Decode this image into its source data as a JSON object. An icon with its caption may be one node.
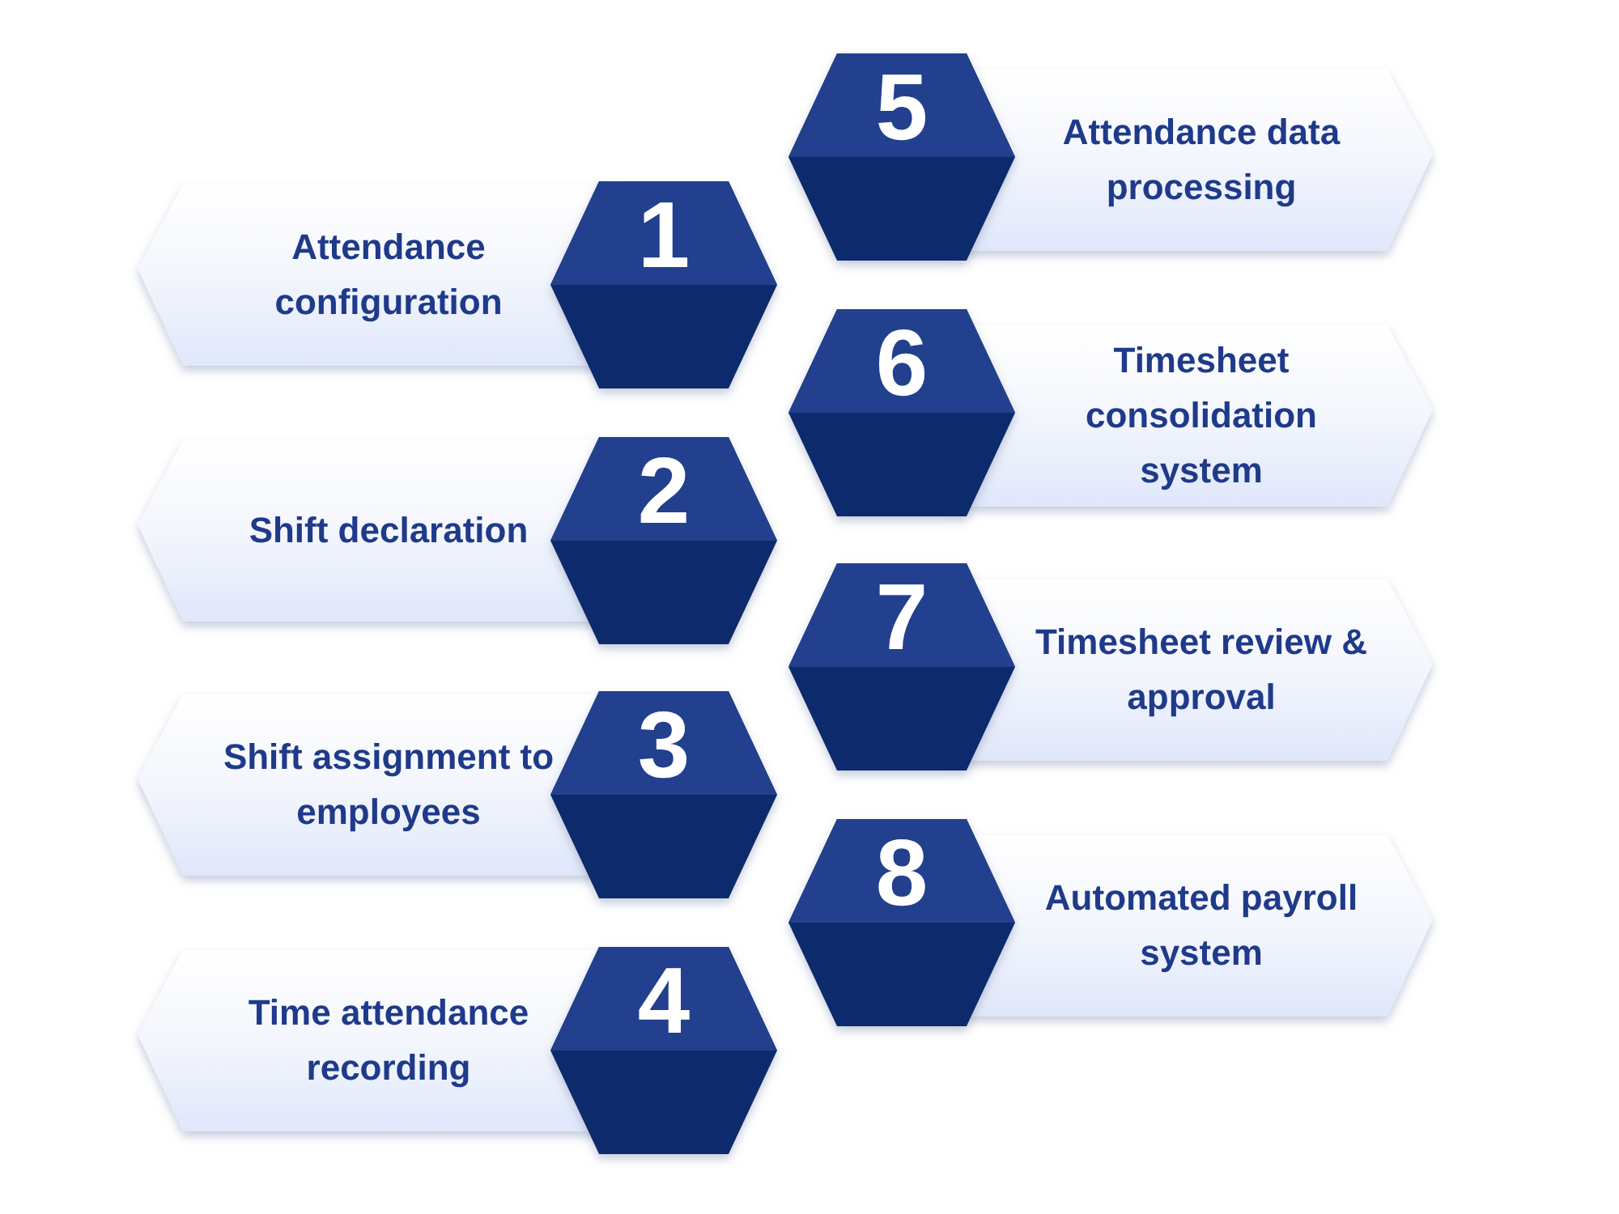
{
  "diagram": {
    "nodes": [
      {
        "text": [
          "Attendance configuration"
        ]
      },
      {
        "text": [
          "1"
        ]
      },
      {
        "text": [
          "Shift declaration"
        ]
      },
      {
        "text": [
          "2"
        ]
      },
      {
        "text": [
          "Shift assignment to employees"
        ]
      },
      {
        "text": [
          "3"
        ]
      },
      {
        "text": [
          "Time attendance recording"
        ]
      },
      {
        "text": [
          "4"
        ]
      },
      {
        "text": [
          "5"
        ]
      },
      {
        "text": [
          "Attendance data processing"
        ]
      },
      {
        "text": [
          "6"
        ]
      },
      {
        "text": [
          "Timesheet consolidation system"
        ]
      },
      {
        "text": [
          "7"
        ]
      },
      {
        "text": [
          "Timesheet review & approval"
        ]
      },
      {
        "text": [
          "8"
        ]
      },
      {
        "text": [
          "Automated payroll system"
        ]
      }
    ]
  }
}
